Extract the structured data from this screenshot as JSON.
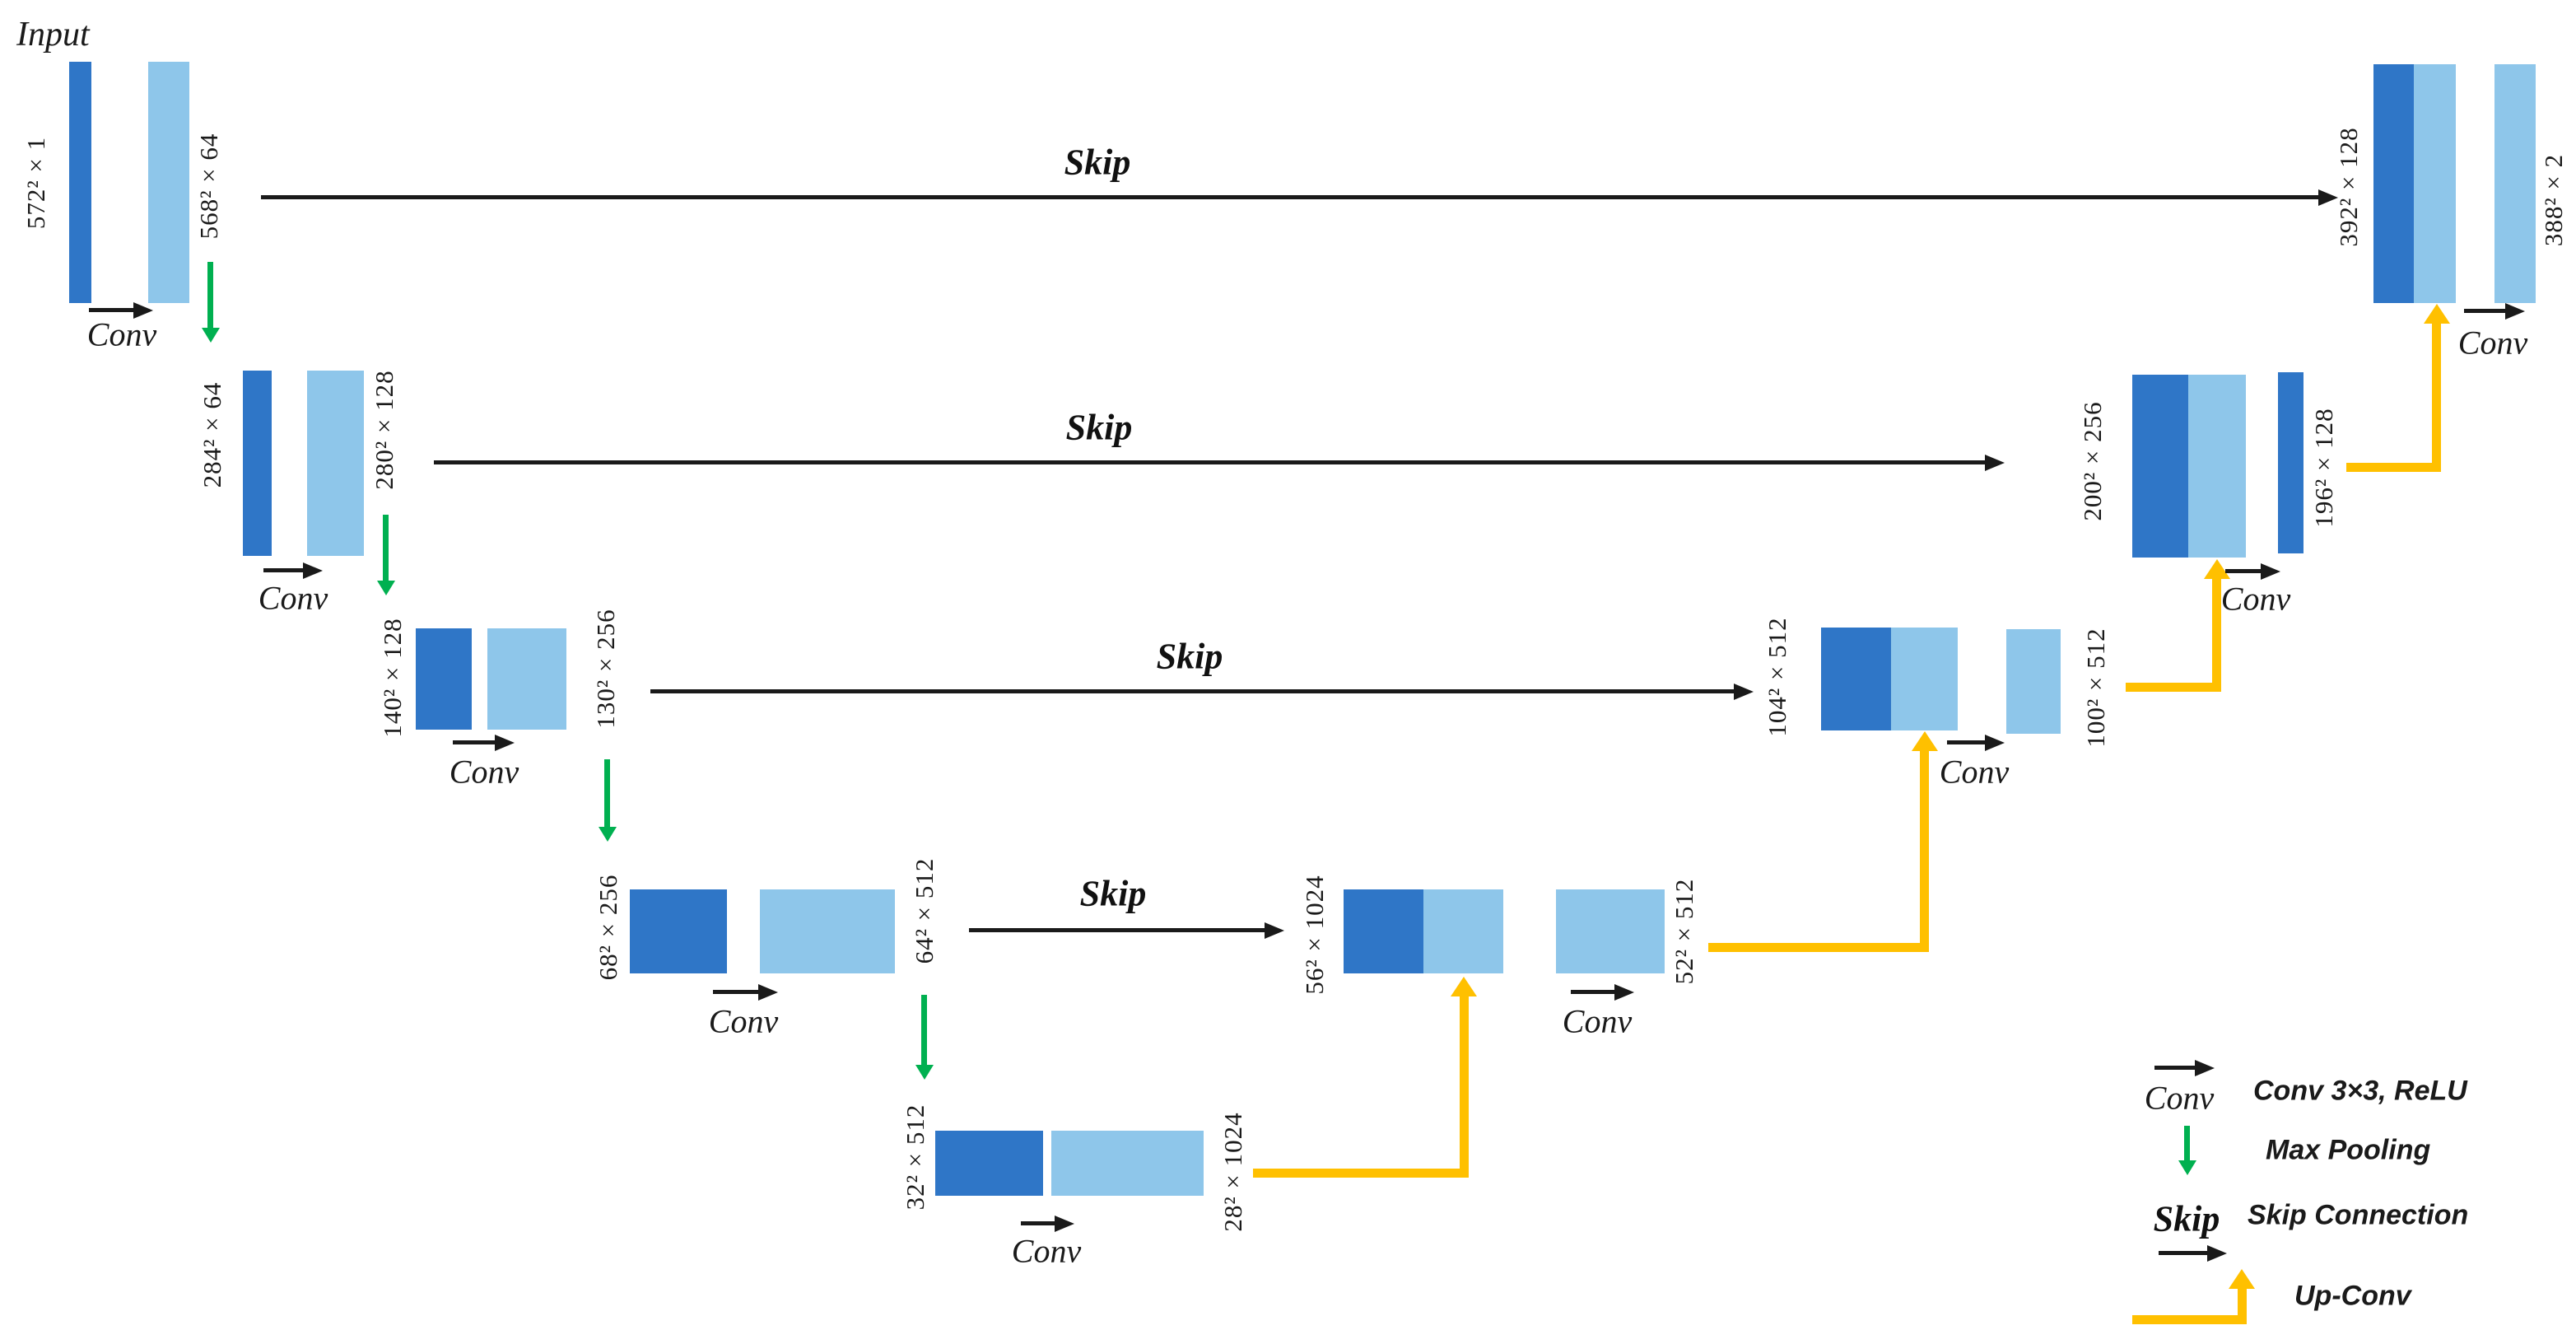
{
  "diagram": {
    "input_label": "Input",
    "conv_label": "Conv",
    "skip_label": "Skip",
    "colors": {
      "dark_blue": "#2F76C7",
      "light_blue": "#8EC6EA",
      "green": "#00B050",
      "yellow": "#FFC000",
      "black": "#1A1A1A"
    },
    "encoder_levels": [
      {
        "input_dims": "572² × 1",
        "output_dims": "568² × 64"
      },
      {
        "input_dims": "284² × 64",
        "output_dims": "280² × 128"
      },
      {
        "input_dims": "140² × 128",
        "output_dims": "130² × 256"
      },
      {
        "input_dims": "68² × 256",
        "output_dims": "64² × 512"
      },
      {
        "input_dims": "32² × 512",
        "output_dims": "28² × 1024"
      }
    ],
    "decoder_levels": [
      {
        "input_dims": "392² × 128",
        "output_dims": "388² × 2"
      },
      {
        "input_dims": "200² × 256",
        "output_dims": "196² × 128"
      },
      {
        "input_dims": "104² × 512",
        "output_dims": "100² × 512"
      },
      {
        "input_dims": "56² × 1024",
        "output_dims": "52² × 512"
      }
    ],
    "legend": [
      {
        "symbol": "conv-arrow",
        "label": "Conv 3×3, ReLU"
      },
      {
        "symbol": "max-pooling-arrow",
        "label": "Max Pooling"
      },
      {
        "symbol": "skip-arrow",
        "label": "Skip Connection"
      },
      {
        "symbol": "up-conv-arrow",
        "label": "Up-Conv"
      }
    ]
  }
}
